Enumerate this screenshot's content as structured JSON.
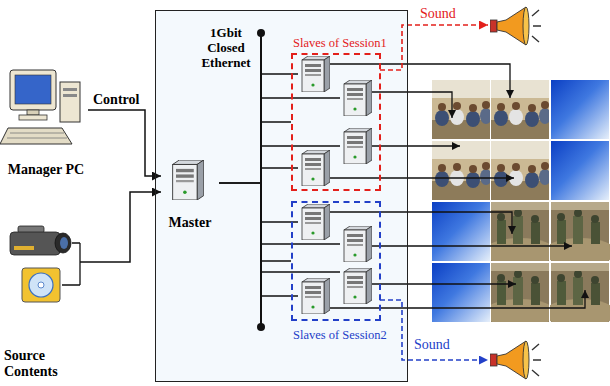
{
  "diagram": {
    "nodes": [
      {
        "text": [
          "Manager PC"
        ]
      },
      {
        "text": [
          "Source Contents"
        ]
      },
      {
        "text": [
          "1Gbit Closed Ethernet"
        ]
      },
      {
        "text": [
          "Master"
        ],
        "in": 2
      },
      {
        "text": [
          "Slaves of Session1"
        ],
        "in": 2
      },
      {
        "text": [
          "Slaves of Session2"
        ],
        "in": 2
      }
    ],
    "edges": [
      {
        "from": 0,
        "to": 3,
        "arrow": "to",
        "label": "Control"
      },
      {
        "from": 1,
        "to": 3,
        "arrow": "to"
      },
      {
        "from": 3,
        "to": 4,
        "arrow": "none"
      },
      {
        "from": 3,
        "to": 5,
        "arrow": "none"
      }
    ],
    "labels": [
      "Sound",
      "Sound"
    ]
  }
}
